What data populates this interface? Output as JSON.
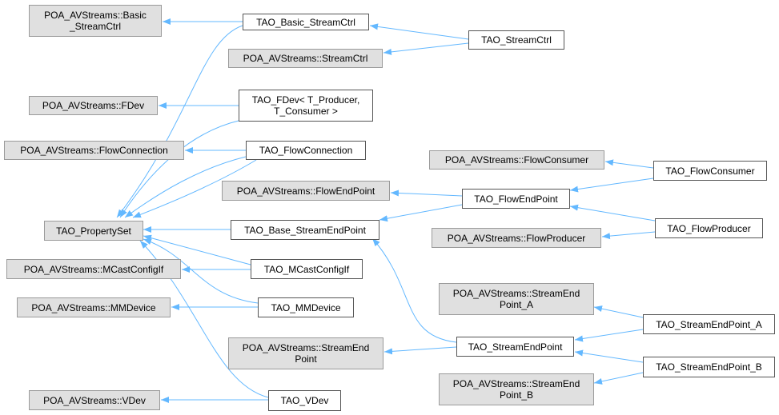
{
  "diagram": {
    "edge_color": "#63b8ff",
    "external_fill": "#e0e0e0",
    "local_fill": "#ffffff",
    "nodes": {
      "basic_streamctrl_poa": "POA_AVStreams::Basic\n_StreamCtrl",
      "tao_basic_streamctrl": "TAO_Basic_StreamCtrl",
      "tao_streamctrl": "TAO_StreamCtrl",
      "streamctrl_poa": "POA_AVStreams::StreamCtrl",
      "fdev_poa": "POA_AVStreams::FDev",
      "tao_fdev": "TAO_FDev< T_Producer,\n T_Consumer >",
      "flowconnection_poa": "POA_AVStreams::FlowConnection",
      "tao_flowconnection": "TAO_FlowConnection",
      "flowconsumer_poa": "POA_AVStreams::FlowConsumer",
      "tao_flowconsumer": "TAO_FlowConsumer",
      "flowendpoint_poa": "POA_AVStreams::FlowEndPoint",
      "tao_flowendpoint": "TAO_FlowEndPoint",
      "tao_propertyset": "TAO_PropertySet",
      "tao_base_streamendpoint": "TAO_Base_StreamEndPoint",
      "flowproducer_poa": "POA_AVStreams::FlowProducer",
      "tao_flowproducer": "TAO_FlowProducer",
      "mcastconfigif_poa": "POA_AVStreams::MCastConfigIf",
      "tao_mcastconfigif": "TAO_MCastConfigIf",
      "mmdevice_poa": "POA_AVStreams::MMDevice",
      "tao_mmdevice": "TAO_MMDevice",
      "streamendpoint_a_poa": "POA_AVStreams::StreamEnd\nPoint_A",
      "tao_streamendpoint_a": "TAO_StreamEndPoint_A",
      "streamendpoint_poa": "POA_AVStreams::StreamEnd\nPoint",
      "tao_streamendpoint": "TAO_StreamEndPoint",
      "tao_streamendpoint_b": "TAO_StreamEndPoint_B",
      "streamendpoint_b_poa": "POA_AVStreams::StreamEnd\nPoint_B",
      "vdev_poa": "POA_AVStreams::VDev",
      "tao_vdev": "TAO_VDev"
    }
  }
}
